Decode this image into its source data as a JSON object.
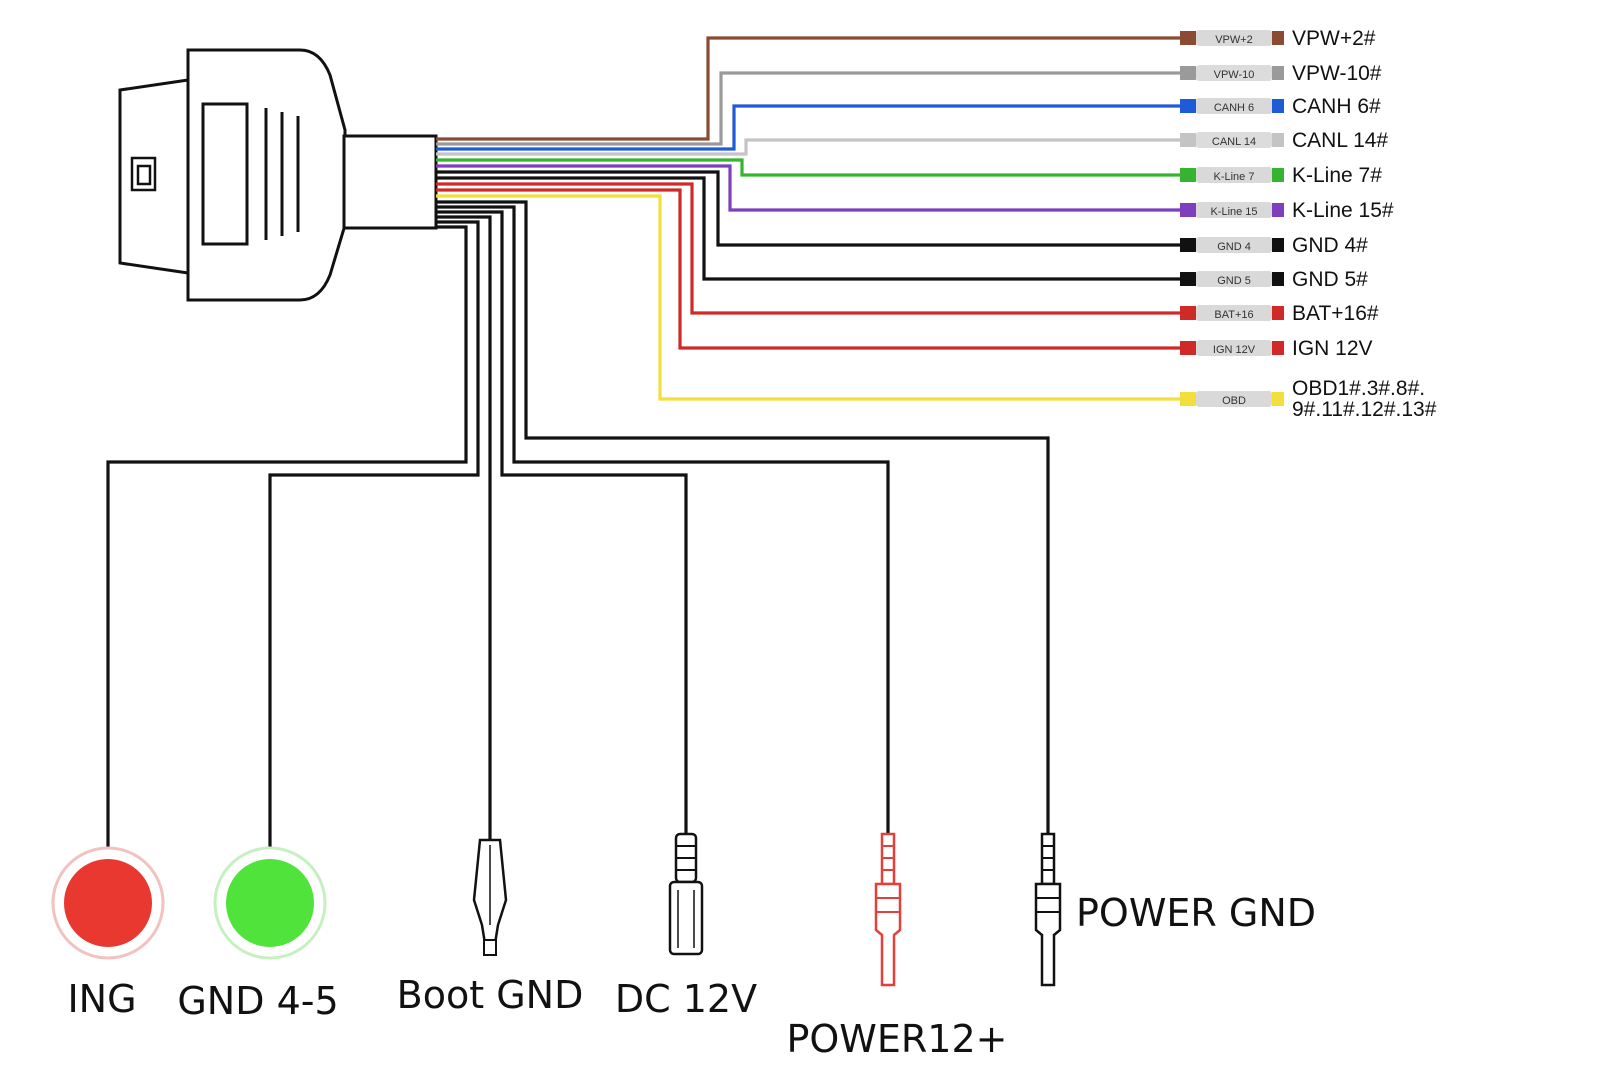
{
  "connector": {
    "name": "OBD connector"
  },
  "pins": [
    {
      "key": "vpw2",
      "sleeve": "VPW+2",
      "label": "VPW+2#",
      "color": "#8b4a32"
    },
    {
      "key": "vpw10",
      "sleeve": "VPW-10",
      "label": "VPW-10#",
      "color": "#9a9a9a"
    },
    {
      "key": "canh",
      "sleeve": "CANH 6",
      "label": "CANH 6#",
      "color": "#1f5bd6"
    },
    {
      "key": "canl",
      "sleeve": "CANL 14",
      "label": "CANL 14#",
      "color": "#c4c4c4"
    },
    {
      "key": "kline7",
      "sleeve": "K-Line 7",
      "label": "K-Line 7#",
      "color": "#35b52f"
    },
    {
      "key": "kline15",
      "sleeve": "K-Line 15",
      "label": "K-Line 15#",
      "color": "#7d3fbd"
    },
    {
      "key": "gnd4",
      "sleeve": "GND 4",
      "label": "GND 4#",
      "color": "#111111"
    },
    {
      "key": "gnd5",
      "sleeve": "GND 5",
      "label": "GND 5#",
      "color": "#111111"
    },
    {
      "key": "bat16",
      "sleeve": "BAT+16",
      "label": "BAT+16#",
      "color": "#cf2a27"
    },
    {
      "key": "ign12",
      "sleeve": "IGN 12V",
      "label": "IGN 12V",
      "color": "#cf2a27"
    },
    {
      "key": "obd",
      "sleeve": "OBD",
      "label_line1": "OBD1#.3#.8#.",
      "label_line2": "9#.11#.12#.13#",
      "color": "#f2df3c"
    }
  ],
  "terminals": [
    {
      "key": "ing",
      "label": "ING",
      "kind": "red-button",
      "color": "#e8382f"
    },
    {
      "key": "gnd45",
      "label": "GND 4-5",
      "kind": "green-button",
      "color": "#4fe33b"
    },
    {
      "key": "bootgnd",
      "label": "Boot GND",
      "kind": "alligator-clip"
    },
    {
      "key": "dc12v",
      "label": "DC 12V",
      "kind": "dc-jack"
    },
    {
      "key": "power12",
      "label": "POWER12+",
      "kind": "red-pin",
      "color": "#e3403b"
    },
    {
      "key": "powergnd",
      "label": "POWER GND",
      "kind": "black-pin"
    }
  ]
}
